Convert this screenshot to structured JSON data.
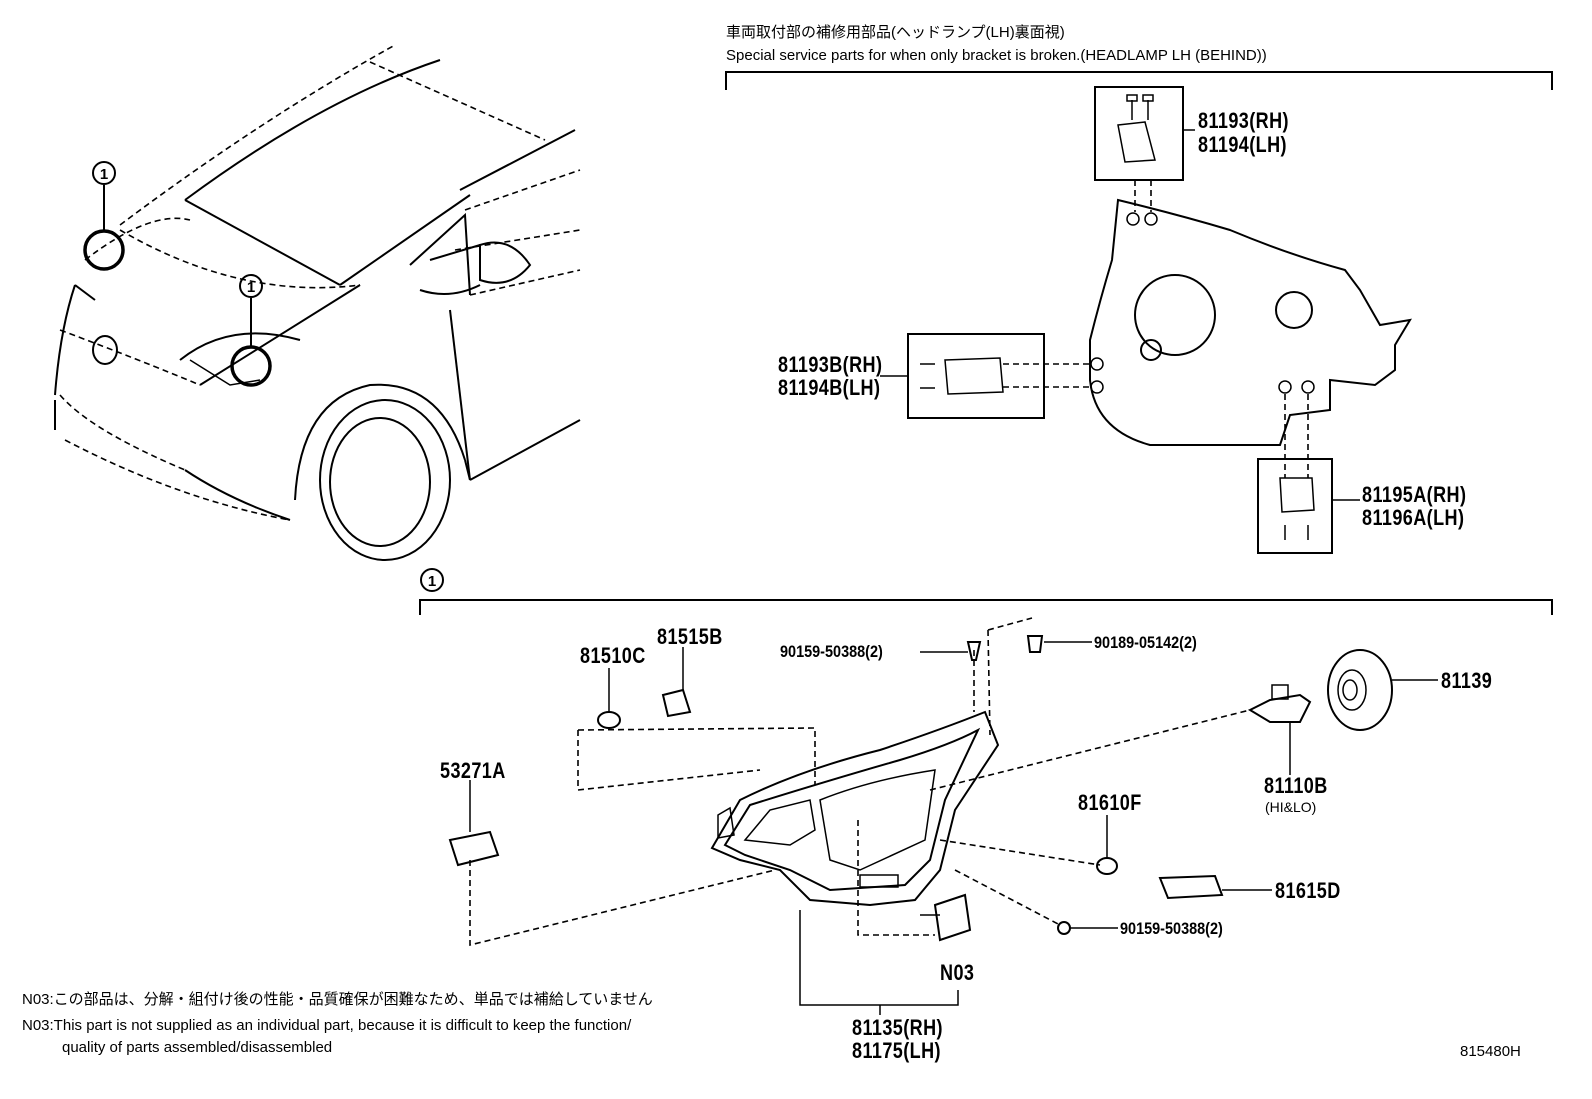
{
  "header": {
    "jp": "車両取付部の補修用部品(ヘッドランプ(LH)裏面視)",
    "en": "Special service parts for when only bracket is broken.(HEADLAMP LH (BEHIND))"
  },
  "callouts": {
    "car_1": "1",
    "car_2": "1",
    "section": "1"
  },
  "bracket_parts": {
    "top_rh": "81193(RH)",
    "top_lh": "81194(LH)",
    "side_rh": "81193B(RH)",
    "side_lh": "81194B(LH)",
    "bottom_rh": "81195A(RH)",
    "bottom_lh": "81196A(LH)"
  },
  "parts": {
    "p81510c": "81510C",
    "p81515b": "81515B",
    "p90159_top": "90159-50388(2)",
    "p90189": "90189-05142(2)",
    "p81139": "81139",
    "p53271a": "53271A",
    "p81110b": "81110B",
    "p81110b_sub": "(HI&LO)",
    "p81610f": "81610F",
    "p81615d": "81615D",
    "p90159_bottom": "90159-50388(2)",
    "n03": "N03",
    "p81135": "81135(RH)",
    "p81175": "81175(LH)"
  },
  "notes": {
    "jp": "N03:この部品は、分解・組付け後の性能・品質確保が困難なため、単品では補給していません",
    "en1": "N03:This part is not supplied as an individual part, because it is difficult to keep the function/",
    "en2": "quality of parts assembled/disassembled"
  },
  "diagram_id": "815480H"
}
